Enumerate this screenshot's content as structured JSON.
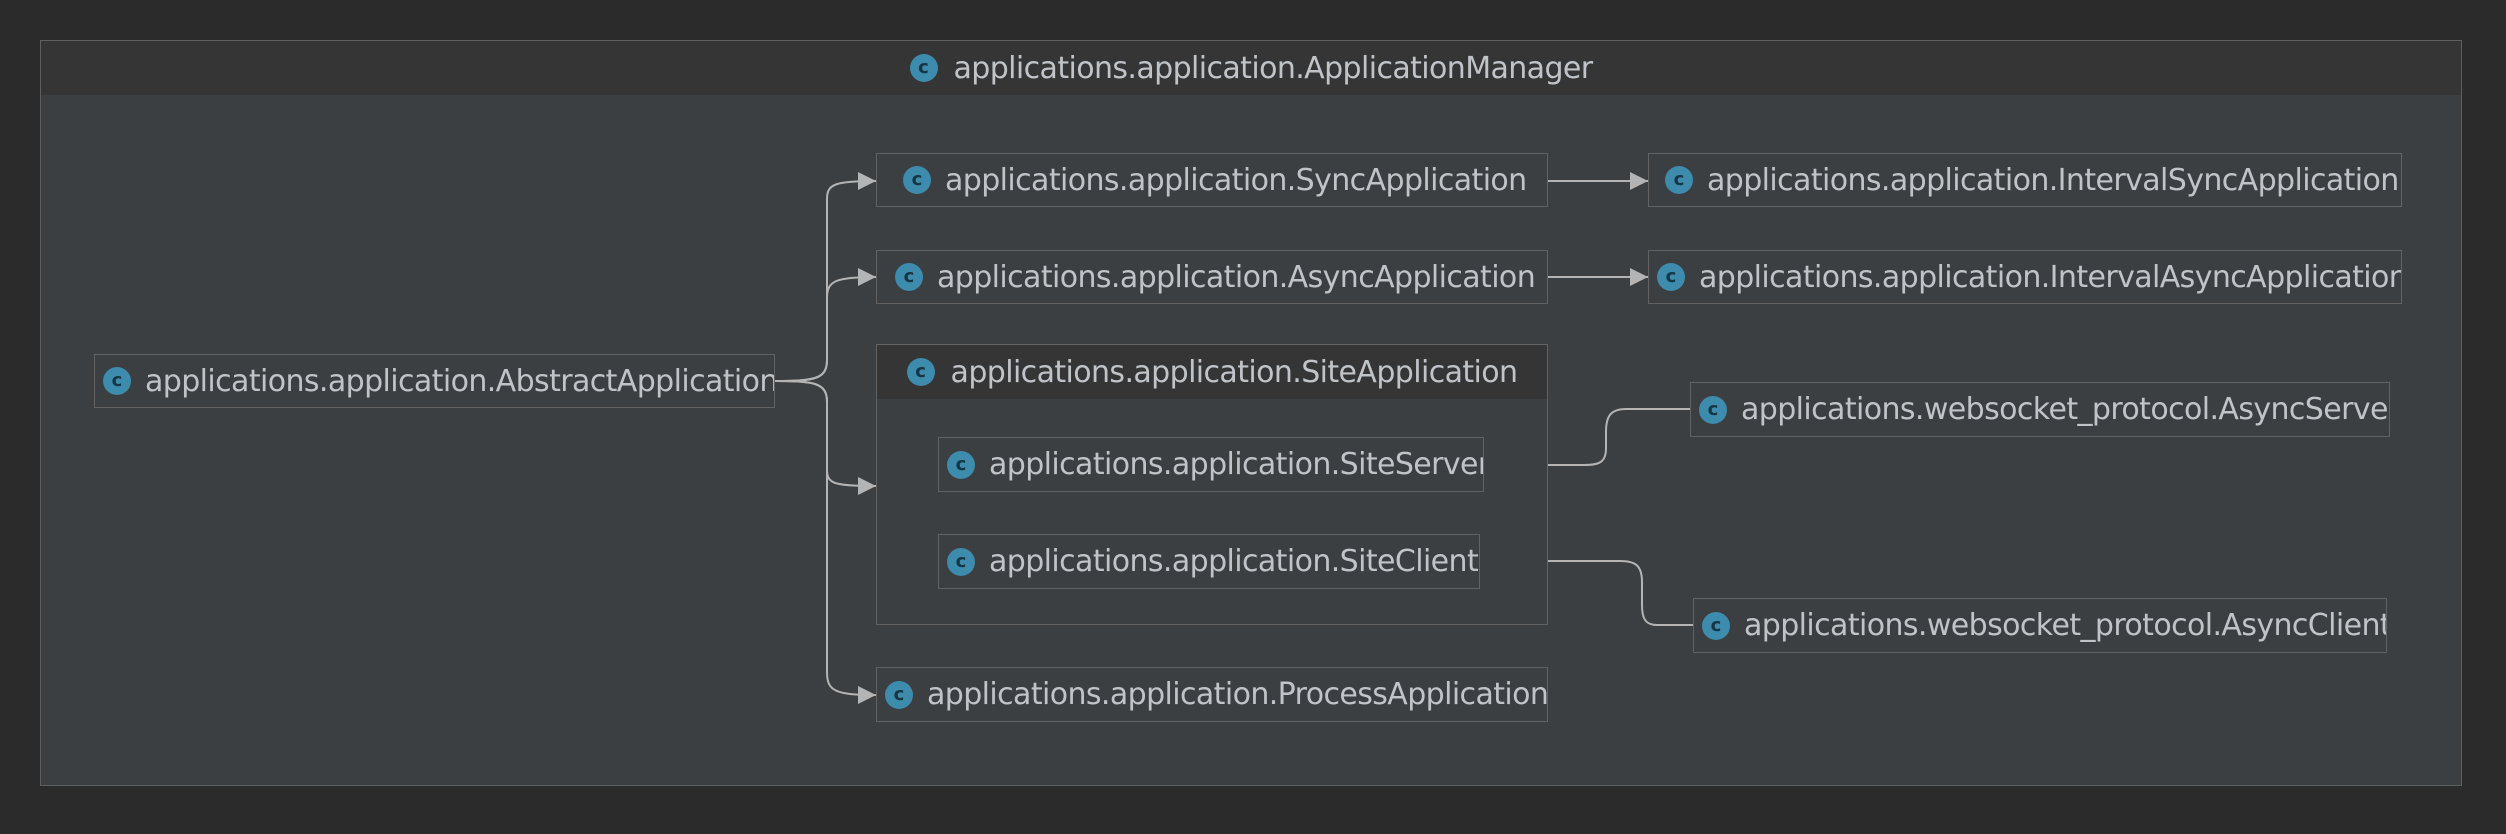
{
  "diagram": {
    "container": {
      "title": "applications.application.ApplicationManager",
      "icon": "class-icon",
      "icon_letter": "c"
    },
    "nodes": {
      "abstract_application": "applications.application.AbstractApplication",
      "sync_application": "applications.application.SyncApplication",
      "async_application": "applications.application.AsyncApplication",
      "interval_sync_application": "applications.application.IntervalSyncApplication",
      "interval_async_application": "applications.application.IntervalAsyncApplication",
      "site_application": "applications.application.SiteApplication",
      "site_server": "applications.application.SiteServer",
      "site_client": "applications.application.SiteClient",
      "process_application": "applications.application.ProcessApplication",
      "ws_async_server": "applications.websocket_protocol.AsyncServer",
      "ws_async_client": "applications.websocket_protocol.AsyncClient"
    },
    "edges": [
      {
        "from": "abstract_application",
        "to": "sync_application"
      },
      {
        "from": "abstract_application",
        "to": "async_application"
      },
      {
        "from": "abstract_application",
        "to": "site_application"
      },
      {
        "from": "abstract_application",
        "to": "process_application"
      },
      {
        "from": "sync_application",
        "to": "interval_sync_application"
      },
      {
        "from": "async_application",
        "to": "interval_async_application"
      },
      {
        "from": "ws_async_server",
        "to": "site_server"
      },
      {
        "from": "ws_async_client",
        "to": "site_client"
      }
    ],
    "colors": {
      "background": "#2b2b2b",
      "panel": "#3c3f41",
      "header": "#353535",
      "border": "#626262",
      "text": "#c0c4c8",
      "icon": "#3d8bad",
      "edge": "#b4b4b4"
    }
  }
}
